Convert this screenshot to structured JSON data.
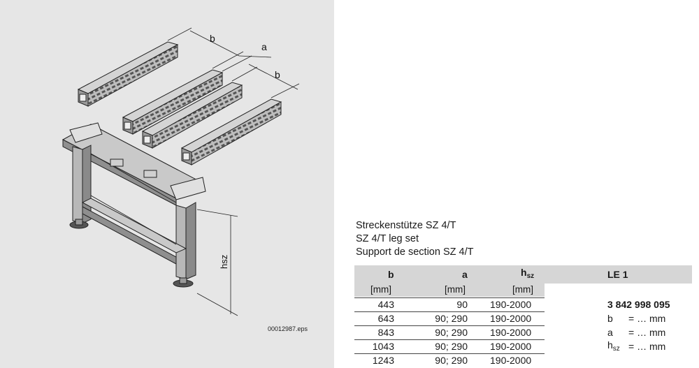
{
  "figure": {
    "reference": "00012987.eps",
    "dimension_labels": {
      "b_top": "b",
      "a": "a",
      "b_right": "b",
      "height": "hsz"
    }
  },
  "titles": {
    "de": "Streckenstütze SZ 4/T",
    "en": "SZ 4/T leg set",
    "fr": "Support de section SZ 4/T"
  },
  "table": {
    "headers": {
      "b": "b",
      "a": "a",
      "h_main": "h",
      "h_sub": "sz",
      "le": "LE 1"
    },
    "units": {
      "b": "[mm]",
      "a": "[mm]",
      "h": "[mm]"
    },
    "rows": [
      {
        "b": "443",
        "a": "90",
        "h": "190-2000"
      },
      {
        "b": "643",
        "a": "90; 290",
        "h": "190-2000"
      },
      {
        "b": "843",
        "a": "90; 290",
        "h": "190-2000"
      },
      {
        "b": "1043",
        "a": "90; 290",
        "h": "190-2000"
      },
      {
        "b": "1243",
        "a": "90; 290",
        "h": "190-2000"
      }
    ],
    "order": {
      "part_number": "3 842 998 095",
      "b_symbol": "b",
      "b_value": "= … mm",
      "a_symbol": "a",
      "a_value": "= … mm",
      "h_main": "h",
      "h_sub": "sz",
      "h_value": "= … mm"
    }
  }
}
